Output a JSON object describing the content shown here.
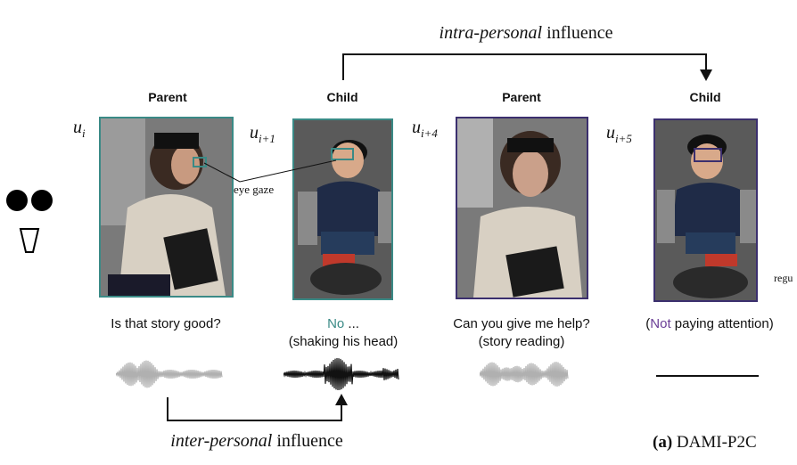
{
  "top_influence": {
    "italic": "intra-personal",
    "rest": " influence"
  },
  "bottom_influence": {
    "italic": "inter-personal",
    "rest": " influence"
  },
  "panels": [
    {
      "role": "Parent",
      "u_sub": "i",
      "border": "#3a8a86",
      "utterance_lines": [
        "Is that story good?"
      ]
    },
    {
      "role": "Child",
      "u_sub": "i+1",
      "border": "#3a8a86",
      "utterance_accent": "No",
      "utterance_lines": [
        " ...",
        "(shaking his head)"
      ]
    },
    {
      "role": "Parent",
      "u_sub": "i+4",
      "border": "#3b2f6e",
      "utterance_lines": [
        "Can you give me help?",
        "(story reading)"
      ]
    },
    {
      "role": "Child",
      "u_sub": "i+5",
      "border": "#3b2f6e",
      "utterance_prefix": "(",
      "utterance_accent": "Not",
      "utterance_suffix": " paying attention)"
    }
  ],
  "u_letter": "u",
  "eye_gaze_label": "eye gaze",
  "cutoff_text": "regu",
  "caption": {
    "label": "(a)",
    "name": " DAMI-P2C"
  },
  "colors": {
    "teal": "#3a8a86",
    "purple": "#5b3f8f",
    "no_accent": "#3a8a86",
    "not_accent": "#6a3d96"
  }
}
